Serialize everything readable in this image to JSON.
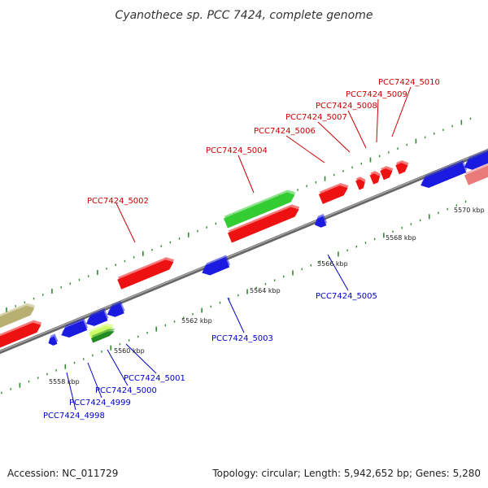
{
  "title": "Cyanothece sp. PCC 7424, complete genome",
  "footer": {
    "accession": "Accession: NC_011729",
    "summary": "Topology: circular; Length: 5,942,652 bp; Genes: 5,280"
  },
  "colors": {
    "background": "#ffffff",
    "backbone": "#888888",
    "forward_label": "#cc0000",
    "reverse_label": "#0000cc",
    "tick": "#2e8b2e",
    "feature_red": "#ee1111",
    "feature_blue": "#1a1ae0",
    "feature_green": "#33cc33",
    "feature_olive": "#b8b070",
    "feature_pink": "#e87a7a",
    "feature_lightgreen": "#ccff66",
    "feature_darkgreen": "#228b22"
  },
  "ruler": {
    "unit": "kbp",
    "ticks": [
      {
        "label": "5558 kbp",
        "value": 5558
      },
      {
        "label": "5560 kbp",
        "value": 5560
      },
      {
        "label": "5562 kbp",
        "value": 5562
      },
      {
        "label": "5564 kbp",
        "value": 5564
      },
      {
        "label": "5566 kbp",
        "value": 5566
      },
      {
        "label": "5568 kbp",
        "value": 5568
      },
      {
        "label": "5570 kbp",
        "value": 5570
      }
    ]
  },
  "genes": {
    "forward": [
      "PCC7424_5002",
      "PCC7424_5004",
      "PCC7424_5006",
      "PCC7424_5007",
      "PCC7424_5008",
      "PCC7424_5009",
      "PCC7424_5010"
    ],
    "reverse": [
      "PCC7424_4998",
      "PCC7424_4999",
      "PCC7424_5000",
      "PCC7424_5001",
      "PCC7424_5003",
      "PCC7424_5005"
    ]
  }
}
